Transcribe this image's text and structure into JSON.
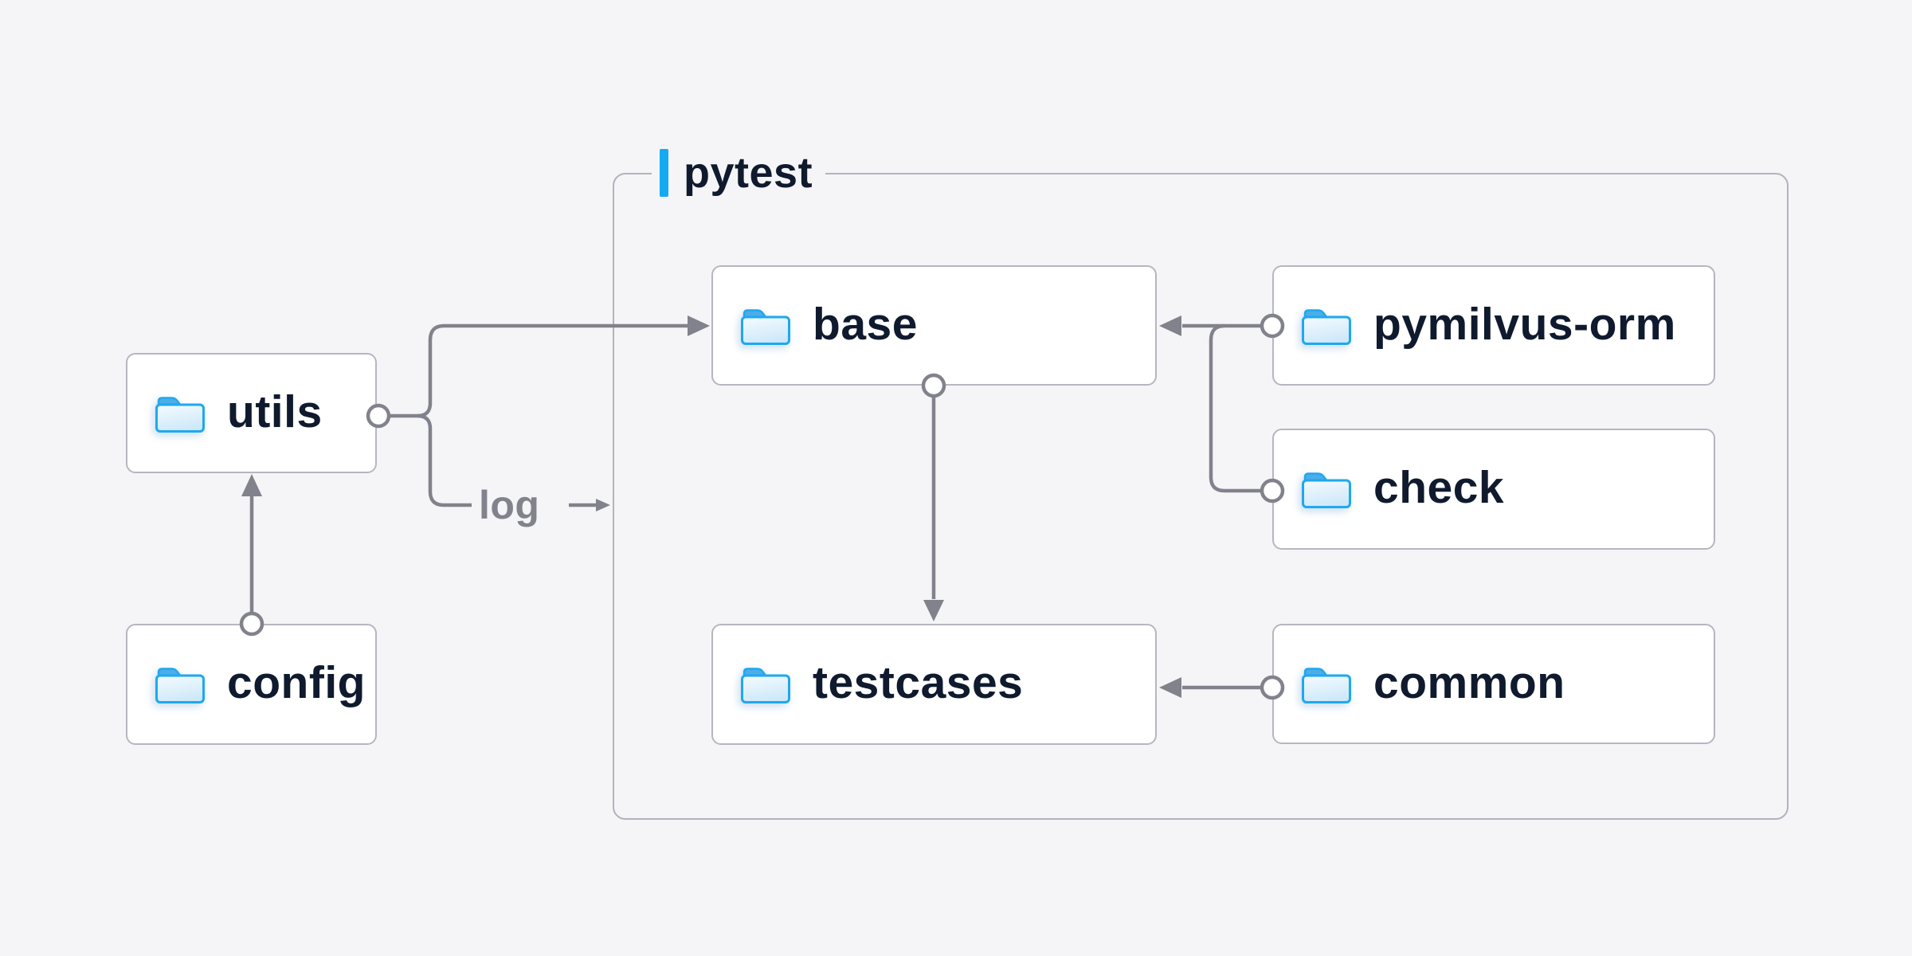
{
  "diagram": {
    "group": {
      "label": "pytest"
    },
    "nodes": [
      {
        "id": "utils",
        "label": "utils"
      },
      {
        "id": "config",
        "label": "config"
      },
      {
        "id": "base",
        "label": "base"
      },
      {
        "id": "pymilvus-orm",
        "label": "pymilvus-orm"
      },
      {
        "id": "check",
        "label": "check"
      },
      {
        "id": "testcases",
        "label": "testcases"
      },
      {
        "id": "common",
        "label": "common"
      }
    ],
    "edge_label": "log",
    "edges": [
      {
        "from": "config",
        "to": "utils"
      },
      {
        "from": "utils",
        "to": "base"
      },
      {
        "from": "utils",
        "to": "log"
      },
      {
        "from": "pymilvus-orm",
        "to": "base"
      },
      {
        "from": "check",
        "to": "base"
      },
      {
        "from": "base",
        "to": "testcases"
      },
      {
        "from": "common",
        "to": "testcases"
      }
    ],
    "colors": {
      "background": "#f5f5f7",
      "node_fill": "#ffffff",
      "node_border": "#b6b6c2",
      "group_border": "#b2b2c0",
      "node_text": "#0f1a2e",
      "connector": "#82828d",
      "accent_blue": "#12aaf2",
      "folder_outline": "#1fa8ef",
      "folder_tab": "#4cade9"
    }
  }
}
